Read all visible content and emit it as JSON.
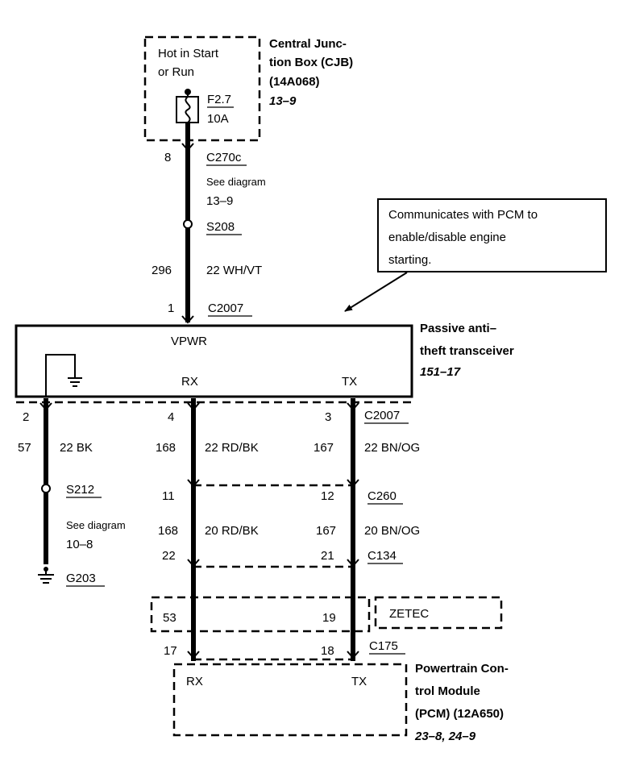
{
  "cjb": {
    "hot_line1": "Hot in Start",
    "hot_line2": "or Run",
    "fuse_id": "F2.7",
    "fuse_rating": "10A",
    "name_line1": "Central Junc-",
    "name_line2": "tion Box (CJB)",
    "name_line3": "(14A068)",
    "ref": "13–9"
  },
  "upper_wire": {
    "pin_top": "8",
    "conn_top": "C270c",
    "see_line1": "See diagram",
    "see_line2": "13–9",
    "splice": "S208",
    "circuit": "296",
    "gauge_color": "22 WH/VT",
    "pin_bottom": "1",
    "conn_bottom": "C2007"
  },
  "callout": {
    "line1": "Communicates with PCM to",
    "line2": "enable/disable engine",
    "line3": "starting."
  },
  "pats": {
    "vpwr": "VPWR",
    "rx": "RX",
    "tx": "TX",
    "name_line1": "Passive anti–",
    "name_line2": "theft transceiver",
    "ref": "151–17"
  },
  "ground_wire": {
    "pin": "2",
    "circuit": "57",
    "gauge_color": "22 BK",
    "splice": "S212",
    "see_line1": "See diagram",
    "see_line2": "10–8",
    "ground": "G203"
  },
  "rx_wire": {
    "pin_top": "4",
    "circuit_top": "168",
    "gauge_color_top": "22 RD/BK",
    "pin_c260": "11",
    "circuit_mid": "168",
    "gauge_color_mid": "20 RD/BK",
    "pin_c134": "22",
    "pin_zetec": "53",
    "pin_pcm": "17"
  },
  "tx_wire": {
    "pin_top": "3",
    "conn_top": "C2007",
    "circuit_top": "167",
    "gauge_color_top": "22 BN/OG",
    "pin_c260": "12",
    "conn_c260": "C260",
    "circuit_mid": "167",
    "gauge_color_mid": "20 BN/OG",
    "pin_c134": "21",
    "conn_c134": "C134",
    "pin_zetec": "19",
    "pin_pcm": "18",
    "conn_pcm": "C175"
  },
  "zetec": "ZETEC",
  "pcm": {
    "rx": "RX",
    "tx": "TX",
    "name_line1": "Powertrain Con-",
    "name_line2": "trol Module",
    "name_line3": "(PCM) (12A650)",
    "ref": "23–8,  24–9"
  }
}
